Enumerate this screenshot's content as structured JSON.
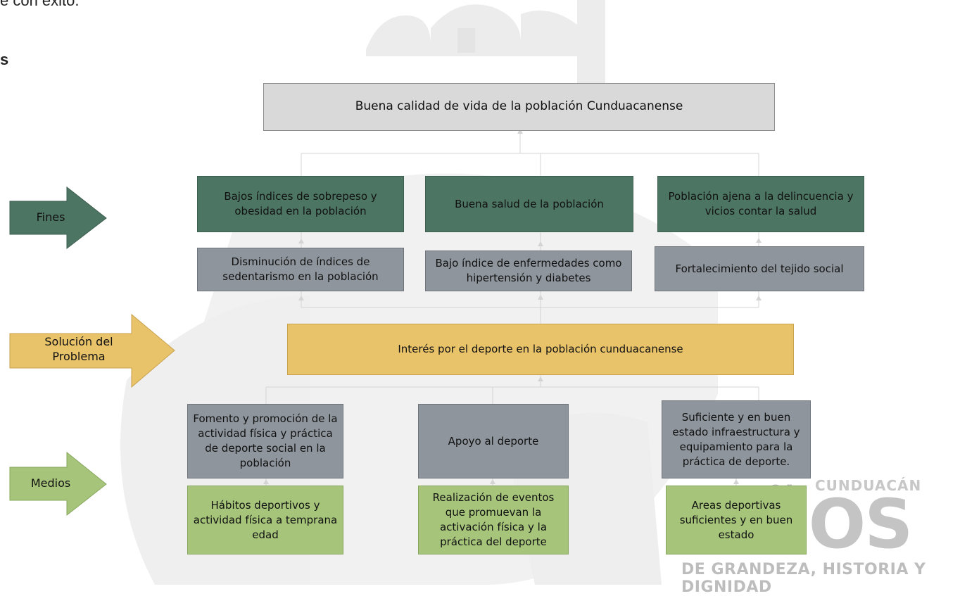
{
  "header": {
    "fragment_text": "e con éxito.",
    "side_letter": "s"
  },
  "watermark": {
    "line1": "CUNDUACÁN",
    "line2": "AÑOS",
    "line3": "DE GRANDEZA, HISTORIA Y DIGNIDAD"
  },
  "diagram": {
    "top_box": "Buena calidad de vida de la población Cunduacanense",
    "arrows": {
      "fines": "Fines",
      "solucion_line1": "Solución del",
      "solucion_line2": "Problema",
      "medios": "Medios"
    },
    "fines": [
      "Bajos índices de sobrepeso y obesidad en la población",
      "Buena salud de la población",
      "Población ajena  a la delincuencia y vicios  contar la salud"
    ],
    "effects": [
      "Disminución de índices de sedentarismo en la población",
      "Bajo índice de enfermedades como hipertensión y diabetes",
      "Fortalecimiento del tejido social"
    ],
    "solution": "Interés por el deporte en la población cunduacanense",
    "medios": [
      "Fomento  y  promoción de la actividad física y práctica de deporte social en la población",
      "Apoyo al deporte",
      "Suficiente y en buen estado infraestructura y equipamiento para la práctica de deporte."
    ],
    "actions": [
      "Hábitos deportivos y actividad física a temprana edad",
      "Realización de eventos que promuevan la activación física y la práctica del deporte",
      "Areas deportivas suficientes y en buen estado"
    ],
    "colors": {
      "top": "#d9d9d9",
      "fines": "#4d7563",
      "effects": "#8e959c",
      "solution": "#e8c36a",
      "actions": "#a6c57a",
      "arrow_fines": "#4d7563",
      "arrow_solucion": "#e8c36a",
      "arrow_medios": "#a6c57a"
    }
  }
}
